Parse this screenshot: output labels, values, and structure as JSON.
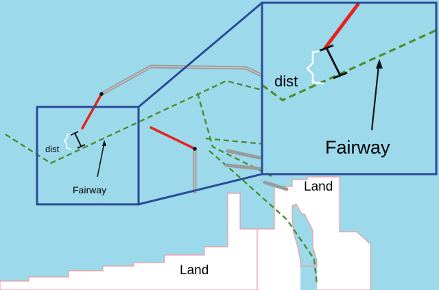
{
  "labels": {
    "land_large": "Land",
    "land_small": "Land",
    "fairway_small": "Fairway",
    "dist_small": "dist",
    "fairway_large": "Fairway",
    "dist_large": "dist"
  },
  "colors": {
    "water": "#9bd9eb",
    "land": "#ffffff",
    "coast": "#f19aa0",
    "fairway": "#4f8a2b",
    "track_red": "#e8211c",
    "track_gray": "#9a9a9a",
    "frame": "#2a4a96"
  }
}
